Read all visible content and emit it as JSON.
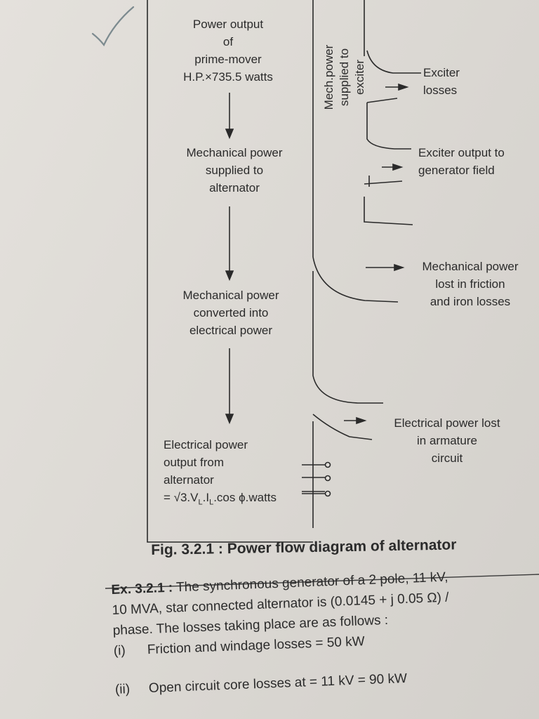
{
  "diagram": {
    "prime_mover": [
      "Power output",
      "of",
      "prime-mover",
      "H.P.×735.5 watts"
    ],
    "mech_supplied": [
      "Mechanical power",
      "supplied to",
      "alternator"
    ],
    "mech_converted": [
      "Mechanical power",
      "converted into",
      "electrical power"
    ],
    "elec_output": [
      "Electrical power",
      "output from",
      "alternator",
      "= √3.V",
      "L",
      ".I",
      "L",
      ".cos ϕ.watts"
    ],
    "vertical_label": [
      "Mech.power",
      "supplied to",
      "exciter"
    ],
    "exciter_losses": [
      "Exciter",
      "losses"
    ],
    "exciter_output": [
      "Exciter output to",
      "generator field"
    ],
    "friction_losses": [
      "Mechanical power",
      "lost in friction",
      "and iron losses"
    ],
    "armature_losses": [
      "Electrical power lost",
      "in armature",
      "circuit"
    ]
  },
  "figure_caption": "Fig. 3.2.1 : Power flow diagram of alternator",
  "example": {
    "label": "Ex. 3.2.1 :",
    "lines": [
      "The synchronous generator of a 2 pole, 11 kV,",
      "10 MVA, star connected alternator is (0.0145 + j 0.05 Ω) /",
      "phase. The losses taking place are as follows :"
    ],
    "items": [
      {
        "num": "(i)",
        "text": "Friction and windage losses = 50 kW"
      },
      {
        "num": "(ii)",
        "text": "Open circuit core losses at = 11 kV = 90 kW"
      }
    ]
  }
}
